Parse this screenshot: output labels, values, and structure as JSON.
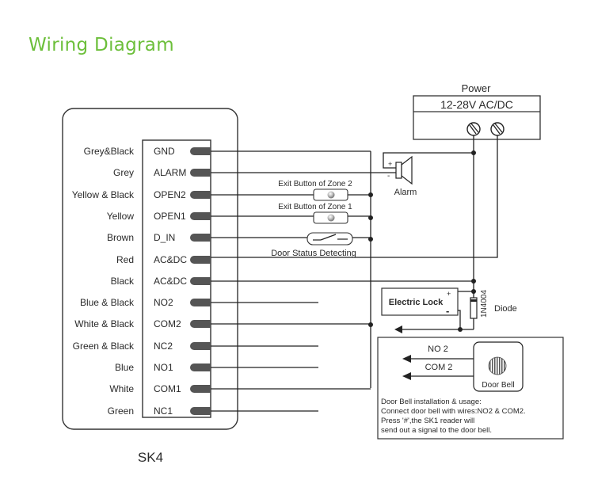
{
  "title": "Wiring Diagram",
  "device": {
    "name": "SK4",
    "pins": [
      {
        "wire": "Grey&Black",
        "terminal": "GND"
      },
      {
        "wire": "Grey",
        "terminal": "ALARM"
      },
      {
        "wire": "Yellow & Black",
        "terminal": "OPEN2"
      },
      {
        "wire": "Yellow",
        "terminal": "OPEN1"
      },
      {
        "wire": "Brown",
        "terminal": "D_IN"
      },
      {
        "wire": "Red",
        "terminal": "AC&DC"
      },
      {
        "wire": "Black",
        "terminal": "AC&DC"
      },
      {
        "wire": "Blue & Black",
        "terminal": "NO2"
      },
      {
        "wire": "White & Black",
        "terminal": "COM2"
      },
      {
        "wire": "Green & Black",
        "terminal": "NC2"
      },
      {
        "wire": "Blue",
        "terminal": "NO1"
      },
      {
        "wire": "White",
        "terminal": "COM1"
      },
      {
        "wire": "Green",
        "terminal": "NC1"
      }
    ]
  },
  "power": {
    "label": "Power",
    "rating": "12-28V AC/DC"
  },
  "alarm": {
    "label": "Alarm",
    "plus": "+",
    "minus": "-"
  },
  "exit_button_zone2": "Exit Button of Zone 2",
  "exit_button_zone1": "Exit Button of Zone 1",
  "door_status": "Door Status Detecting",
  "lock": {
    "label": "Electric Lock",
    "plus": "+",
    "minus": "-"
  },
  "diode": {
    "part": "1N4004",
    "label": "Diode"
  },
  "doorbell": {
    "wire_no2": "NO 2",
    "wire_com2": "COM 2",
    "label": "Door Bell",
    "notes": [
      "Door Bell installation & usage:",
      "Connect door bell with wires:NO2 & COM2.",
      "Press '#',the SK1 reader will",
      "send out  a signal to the door bell."
    ]
  }
}
